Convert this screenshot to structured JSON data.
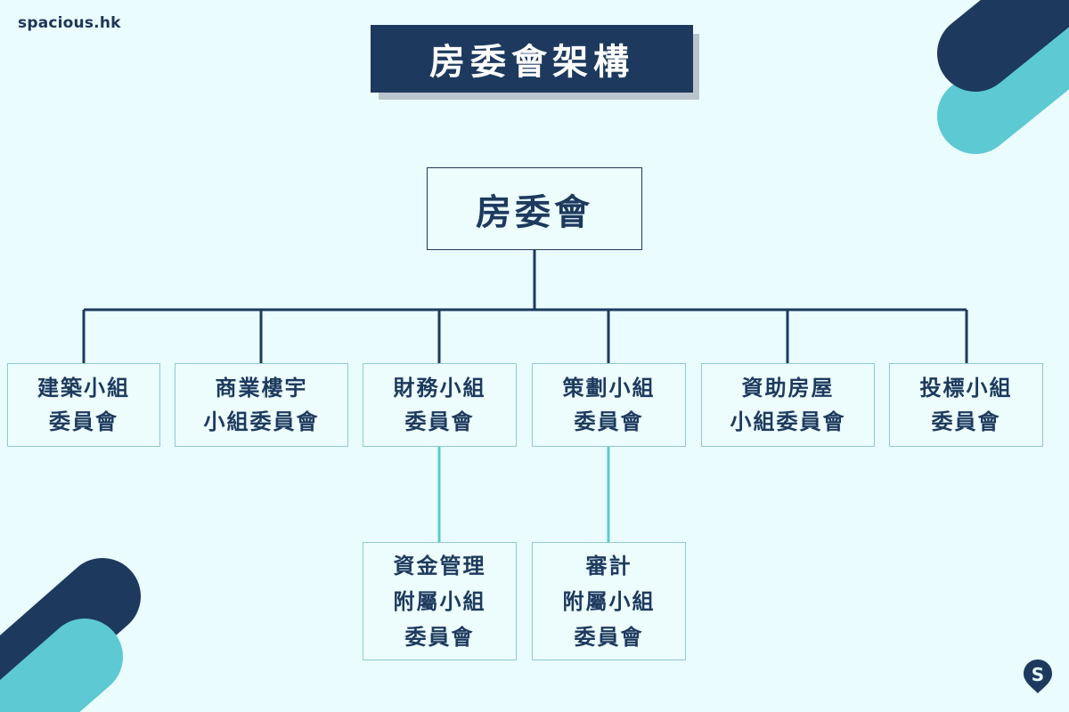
{
  "brand": "spacious.hk",
  "title": "房委會架構",
  "org": {
    "root": "房委會",
    "committees": [
      {
        "label": "建築小組\n委員會"
      },
      {
        "label": "商業樓宇\n小組委員會"
      },
      {
        "label": "財務小組\n委員會"
      },
      {
        "label": "策劃小組\n委員會"
      },
      {
        "label": "資助房屋\n小組委員會"
      },
      {
        "label": "投標小組\n委員會"
      }
    ],
    "subcommittees": [
      {
        "label": "資金管理\n附屬小組\n委員會",
        "parent": "財務小組委員會"
      },
      {
        "label": "審計\n附屬小組\n委員會",
        "parent": "策劃小組委員會"
      }
    ]
  },
  "colors": {
    "background": "#eafcfe",
    "navy": "#1d3a5e",
    "teal": "#5cc9d3",
    "box_border": "#8fc9d0"
  },
  "icons": [
    "s-logo-icon"
  ]
}
